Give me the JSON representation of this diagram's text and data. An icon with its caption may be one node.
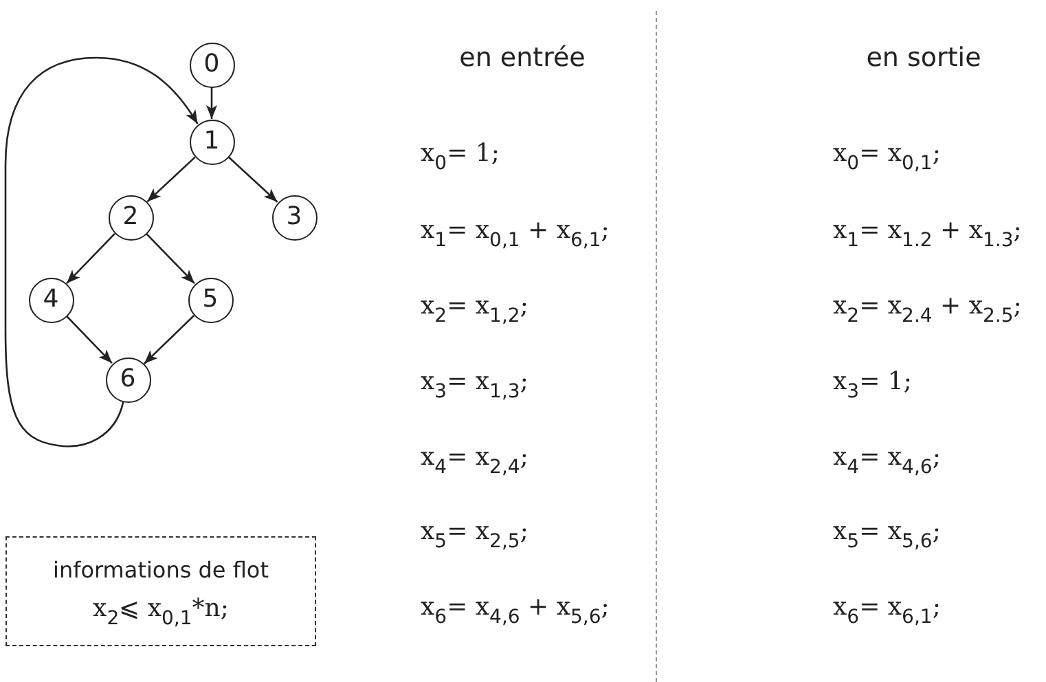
{
  "diagram": {
    "nodes": [
      {
        "text": [
          "0"
        ]
      },
      {
        "text": [
          "1"
        ]
      },
      {
        "text": [
          "2"
        ]
      },
      {
        "text": [
          "3"
        ]
      },
      {
        "text": [
          "4"
        ]
      },
      {
        "text": [
          "5"
        ]
      },
      {
        "text": [
          "6"
        ]
      },
      {
        "text": [
          "informations de flot",
          "x$_{2}$⩽ x$_{0,1}$*n;"
        ]
      }
    ],
    "edges": [
      {
        "from": 0,
        "to": 1,
        "arrow": "to"
      },
      {
        "from": 1,
        "to": 2,
        "arrow": "to"
      },
      {
        "from": 1,
        "to": 3,
        "arrow": "to"
      },
      {
        "from": 2,
        "to": 4,
        "arrow": "to"
      },
      {
        "from": 2,
        "to": 5,
        "arrow": "to"
      },
      {
        "from": 4,
        "to": 6,
        "arrow": "to"
      },
      {
        "from": 5,
        "to": 6,
        "arrow": "to"
      },
      {
        "from": 6,
        "to": 1,
        "arrow": "to"
      }
    ],
    "labels": [
      "en entrée",
      "x$_{0}$= 1;",
      "x$_{1}$= x$_{0,1}$ + x$_{6,1}$;",
      "x$_{2}$= x$_{1,2}$;",
      "x$_{3}$= x$_{1,3}$;",
      "x$_{4}$= x$_{2,4}$;",
      "x$_{5}$= x$_{2,5}$;",
      "x$_{6}$= x$_{4,6}$ + x$_{5,6}$;",
      "en sortie",
      "x$_{0}$= x$_{0,1}$;",
      "x$_{1}$= x$_{1.2}$ + x$_{1.3}$;",
      "x$_{2}$= x$_{2.4}$ + x$_{2.5}$;",
      "x$_{3}$= 1;",
      "x$_{4}$= x$_{4,6}$;",
      "x$_{5}$= x$_{5,6}$;",
      "x$_{6}$= x$_{6,1}$;"
    ]
  }
}
